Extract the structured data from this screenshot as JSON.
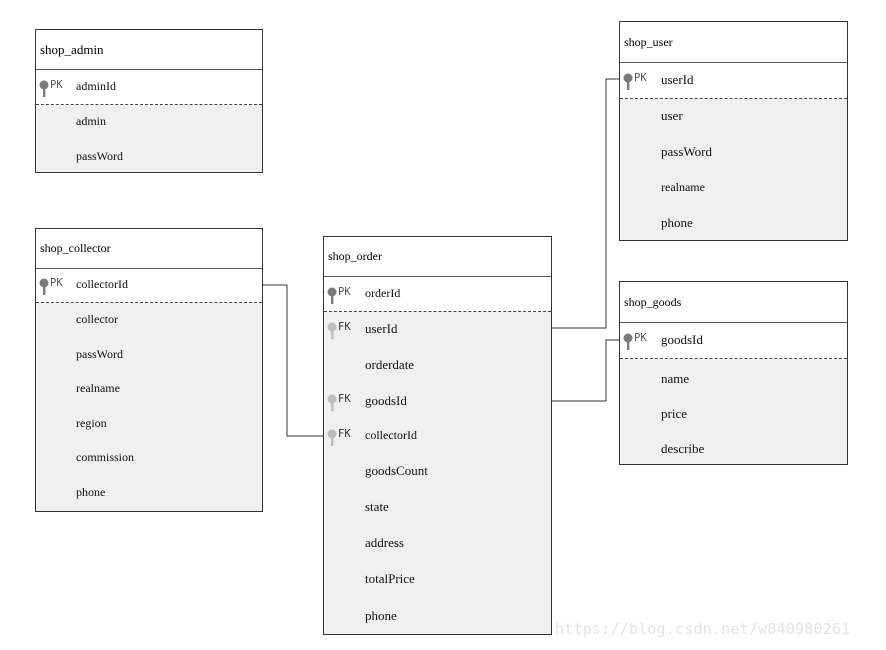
{
  "tables": {
    "shop_admin": {
      "name": "shop_admin",
      "pk": {
        "badge": "PK",
        "column": "adminId"
      },
      "attributes": [
        "admin",
        "passWord"
      ]
    },
    "shop_collector": {
      "name": "shop_collector",
      "pk": {
        "badge": "PK",
        "column": "collectorId"
      },
      "attributes": [
        "collector",
        "passWord",
        "realname",
        "region",
        "commission",
        "phone"
      ]
    },
    "shop_order": {
      "name": "shop_order",
      "pk": {
        "badge": "PK",
        "column": "orderId"
      },
      "fk_rows": [
        {
          "badge": "FK",
          "column": "userId"
        },
        {
          "badge": "",
          "column": "orderdate"
        },
        {
          "badge": "FK",
          "column": "goodsId"
        },
        {
          "badge": "FK",
          "column": "collectorId"
        },
        {
          "badge": "",
          "column": "goodsCount"
        },
        {
          "badge": "",
          "column": "state"
        },
        {
          "badge": "",
          "column": "address"
        },
        {
          "badge": "",
          "column": "totalPrice"
        },
        {
          "badge": "",
          "column": "phone"
        }
      ]
    },
    "shop_user": {
      "name": "shop_user",
      "pk": {
        "badge": "PK",
        "column": "userId"
      },
      "attributes": [
        "user",
        "passWord",
        "realname",
        "phone"
      ]
    },
    "shop_goods": {
      "name": "shop_goods",
      "pk": {
        "badge": "PK",
        "column": "goodsId"
      },
      "attributes": [
        "name",
        "price",
        "describe"
      ]
    }
  },
  "relationships": [
    {
      "from": "shop_order.userId",
      "to": "shop_user.userId"
    },
    {
      "from": "shop_order.goodsId",
      "to": "shop_goods.goodsId"
    },
    {
      "from": "shop_order.collectorId",
      "to": "shop_collector.collectorId"
    }
  ],
  "watermark": "https://blog.csdn.net/w840980261",
  "colors": {
    "line": "#333333",
    "attr_bg": "#f0f0f0",
    "key_pk": "#7a7a7a",
    "key_fk": "#bdbdbd"
  }
}
